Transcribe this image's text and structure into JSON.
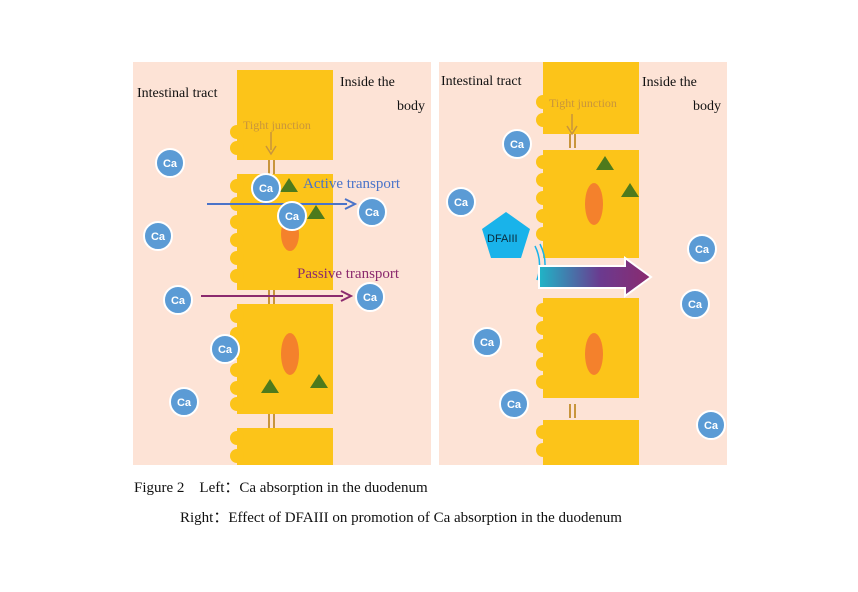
{
  "left": {
    "label_tract": "Intestinal tract",
    "label_inside_1": "Inside the",
    "label_inside_2": "body",
    "tight_junction": "Tight junction",
    "active_transport": "Active transport",
    "passive_transport": "Passive transport"
  },
  "right": {
    "label_tract": "Intestinal tract",
    "label_inside_1": "Inside the",
    "label_inside_2": "body",
    "tight_junction": "Tight junction",
    "dfa_label": "DFAIII"
  },
  "ion_label": "Ca",
  "caption": {
    "line1": "Figure 2　Left：Ca absorption in the duodenum",
    "line2": "Right：Effect of DFAIII on promotion of Ca absorption in the duodenum"
  },
  "colors": {
    "background": "#fde3d6",
    "cell": "#fcc419",
    "nucleus": "#f4812c",
    "ion": "#5b9bd5",
    "triangle": "#4e7a1c",
    "active_arrow": "#4a73c9",
    "passive_arrow": "#8b2a6e",
    "dfa": "#19b3ea"
  }
}
